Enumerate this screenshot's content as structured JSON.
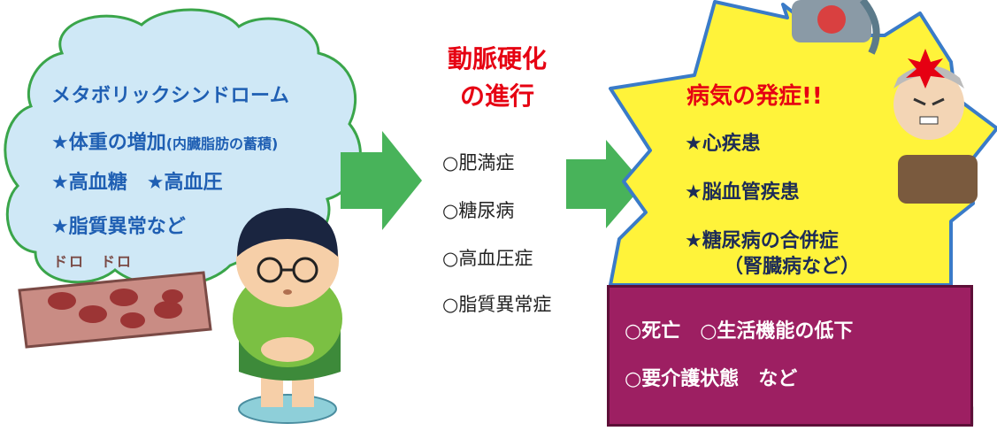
{
  "metabolic": {
    "title": "メタボリックシンドローム",
    "item1_main": "★体重の増加",
    "item1_sub": "(内臓脂肪の蓄積)",
    "item2": "★高血糖　★高血圧",
    "item3": "★脂質異常など",
    "doro": "ドロ　ドロ"
  },
  "progression": {
    "title_line1": "動脈硬化",
    "title_line2": "の進行",
    "items": [
      "○肥満症",
      "○糖尿病",
      "○高血圧症",
      "○脂質異常症"
    ]
  },
  "onset": {
    "title": "病気の発症!!",
    "items": [
      "★心疾患",
      "★脳血管疾患",
      "★糖尿病の合併症"
    ],
    "item3_sub": "（腎臓病など）"
  },
  "outcomes": {
    "line1": "○死亡　○生活機能の低下",
    "line2": "○要介護状態　など"
  },
  "colors": {
    "cloud_fill": "#cfe8f6",
    "cloud_stroke": "#3aa54a",
    "arrow": "#48b35a",
    "star_fill": "#fff33a",
    "star_stroke": "#3a7bc8",
    "outcome_box": "#9d1f62",
    "red_title": "#e60012"
  }
}
